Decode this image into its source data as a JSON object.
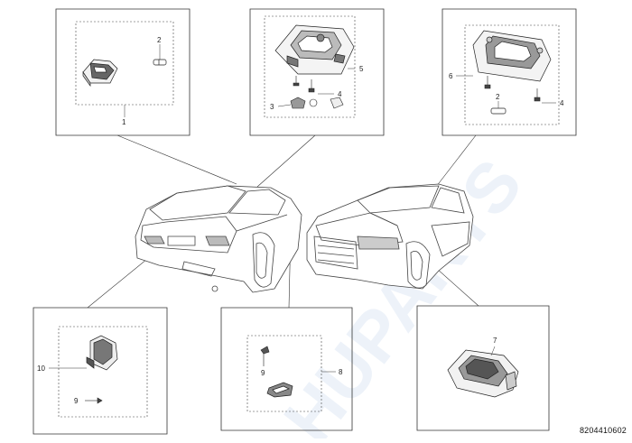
{
  "diagram": {
    "watermark": "HUPARTS",
    "document_number": "8204410602",
    "callouts": [
      {
        "id": "c-p1-2",
        "label": "2"
      },
      {
        "id": "c-p1-1",
        "label": "1"
      },
      {
        "id": "c-p2-5",
        "label": "5"
      },
      {
        "id": "c-p2-4",
        "label": "4"
      },
      {
        "id": "c-p2-3",
        "label": "3"
      },
      {
        "id": "c-p3-6",
        "label": "6"
      },
      {
        "id": "c-p3-2",
        "label": "2"
      },
      {
        "id": "c-p3-4",
        "label": "4"
      },
      {
        "id": "c-p4-10",
        "label": "10"
      },
      {
        "id": "c-p4-9",
        "label": "9"
      },
      {
        "id": "c-p5-9",
        "label": "9"
      },
      {
        "id": "c-p5-8",
        "label": "8"
      },
      {
        "id": "c-p6-7",
        "label": "7"
      }
    ]
  }
}
